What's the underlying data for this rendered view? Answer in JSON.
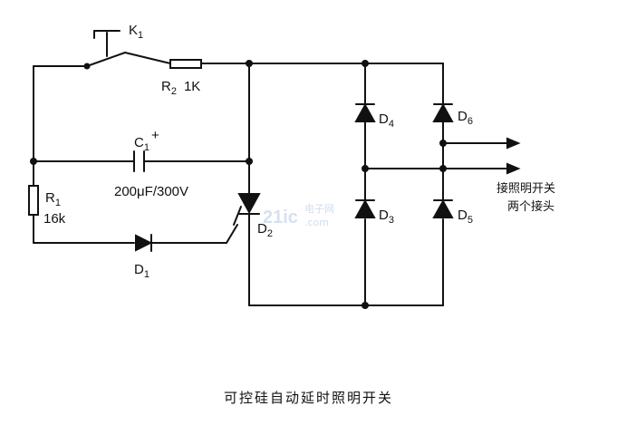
{
  "caption": "可控硅自动延时照明开关",
  "components": {
    "k1": {
      "name": "K",
      "sub": "1"
    },
    "r2": {
      "name": "R",
      "sub": "2",
      "value": "1K"
    },
    "c1": {
      "name": "C",
      "sub": "1",
      "polarity": "+",
      "value": "200μF/300V"
    },
    "r1": {
      "name": "R",
      "sub": "1",
      "value": "16k"
    },
    "d1": {
      "name": "D",
      "sub": "1"
    },
    "d2": {
      "name": "D",
      "sub": "2"
    },
    "d3": {
      "name": "D",
      "sub": "3"
    },
    "d4": {
      "name": "D",
      "sub": "4"
    },
    "d5": {
      "name": "D",
      "sub": "5"
    },
    "d6": {
      "name": "D",
      "sub": "6"
    }
  },
  "output_note": {
    "line1": "接照明开关",
    "line2": "两个接头"
  },
  "watermark": {
    "logo": "21ic",
    "cn": "电子网",
    "domain": ".com"
  }
}
